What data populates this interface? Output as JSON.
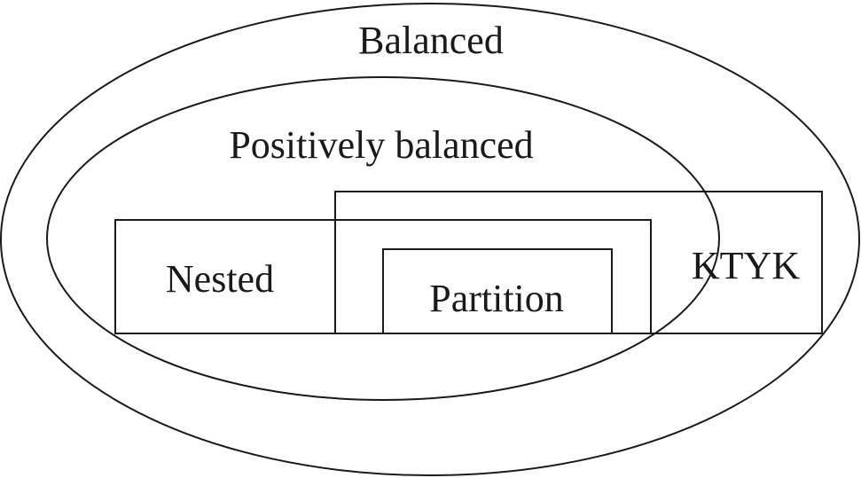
{
  "sets": {
    "balanced": "Balanced",
    "positively_balanced": "Positively balanced",
    "nested": "Nested",
    "partition": "Partition",
    "ktyk": "KTYK"
  },
  "colors": {
    "stroke": "#1a1a1a",
    "background": "#ffffff"
  }
}
